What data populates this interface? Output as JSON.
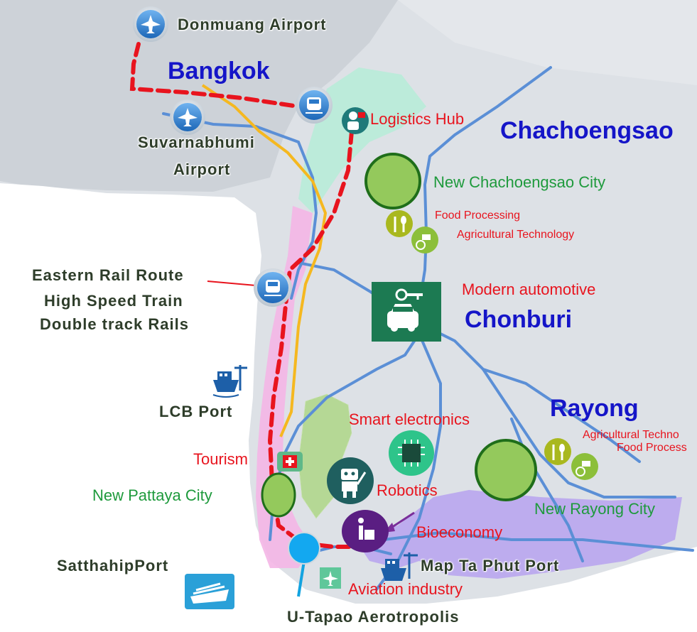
{
  "regions": {
    "bangkok": "Bangkok",
    "chachoengsao": "Chachoengsao",
    "chonburi": "Chonburi",
    "rayong": "Rayong"
  },
  "places": {
    "donmuang_airport": "Donmuang Airport",
    "suvarnabhumi_line1": "Suvarnabhumi",
    "suvarnabhumi_line2": "Airport",
    "rail_route_line1": "Eastern Rail Route",
    "rail_route_line2": "High Speed Train",
    "rail_route_line3": "Double track Rails",
    "lcb_port": "LCB Port",
    "satthahip_port": "SatthahipPort",
    "utapao": "U-Tapao Aerotropolis",
    "map_ta_phut_port": "Map Ta Phut Port"
  },
  "cities": {
    "new_chachoengsao": "New Chachoengsao City",
    "new_pattaya": "New Pattaya City",
    "new_rayong": "New Rayong City"
  },
  "industries": {
    "logistics_hub": "Logistics Hub",
    "food_processing": "Food Processing",
    "agri_tech": "Agricultural Technology",
    "modern_automotive": "Modern automotive",
    "smart_electronics": "Smart electronics",
    "tourism": "Tourism",
    "robotics": "Robotics",
    "bioeconomy": "Bioeconomy",
    "aviation": "Aviation industry",
    "rayong_agri_tech": "Agricultural Techno",
    "rayong_food": "Food Process"
  },
  "icons": [
    "airplane-icon",
    "train-icon",
    "worker-icon",
    "car-key-icon",
    "ship-crane-icon",
    "chip-icon",
    "robot-icon",
    "factory-icon",
    "fork-spoon-icon",
    "tractor-icon",
    "medical-kit-icon",
    "cruise-ship-icon"
  ],
  "colors": {
    "rail_route": "#e8141e",
    "motorway": "#f5b820",
    "road": "#5b8fd6",
    "province_label": "#1515c8",
    "industry_label": "#e8141e",
    "city_label": "#1e9a3c",
    "city_marker": "#94c95c",
    "tourism_zone": "#f4b6e6",
    "industrial_zone": "#b9a6ee",
    "logistics_zone": "#b8ecd8"
  }
}
